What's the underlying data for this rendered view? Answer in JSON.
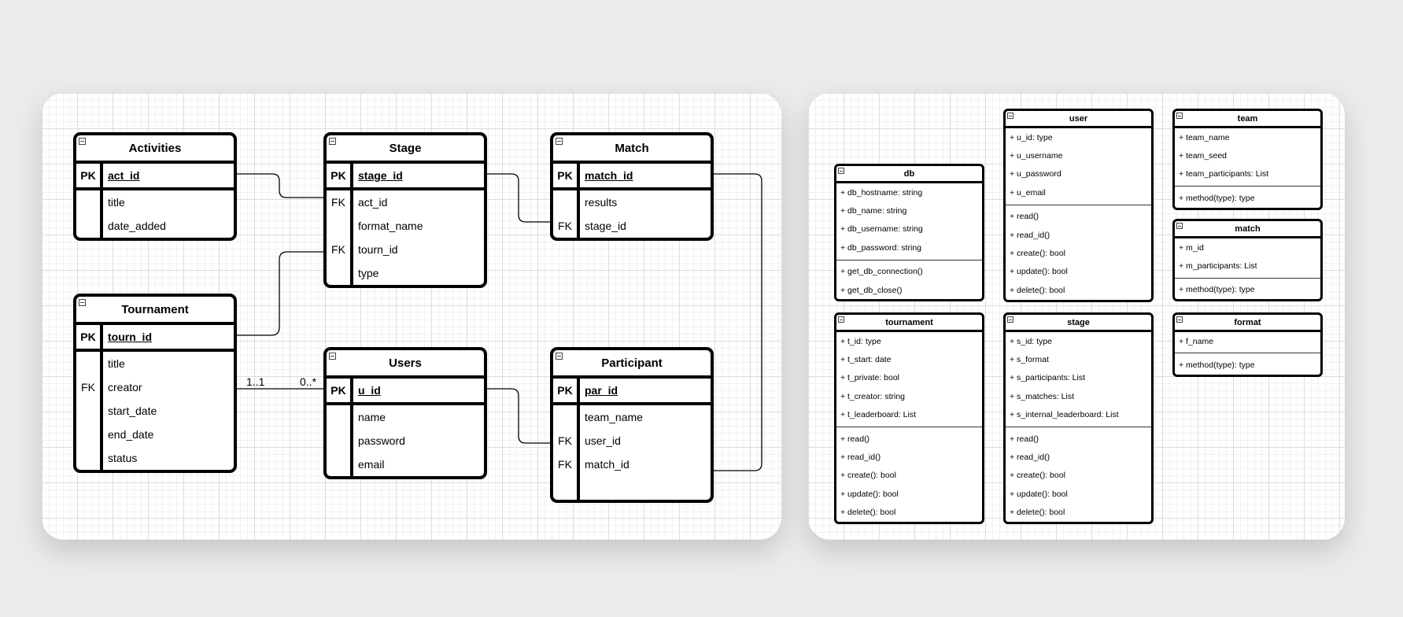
{
  "erd": {
    "tables": [
      {
        "id": "activities",
        "name": "Activities",
        "rows": [
          {
            "key": "PK",
            "field": "act_id"
          },
          {
            "key": "",
            "field": "title"
          },
          {
            "key": "",
            "field": "date_added"
          }
        ]
      },
      {
        "id": "stage",
        "name": "Stage",
        "rows": [
          {
            "key": "PK",
            "field": "stage_id"
          },
          {
            "key": "FK",
            "field": "act_id"
          },
          {
            "key": "",
            "field": "format_name"
          },
          {
            "key": "FK",
            "field": "tourn_id"
          },
          {
            "key": "",
            "field": "type"
          }
        ]
      },
      {
        "id": "match",
        "name": "Match",
        "rows": [
          {
            "key": "PK",
            "field": "match_id"
          },
          {
            "key": "",
            "field": "results"
          },
          {
            "key": "FK",
            "field": "stage_id"
          }
        ]
      },
      {
        "id": "tournament",
        "name": "Tournament",
        "rows": [
          {
            "key": "PK",
            "field": "tourn_id"
          },
          {
            "key": "",
            "field": "title"
          },
          {
            "key": "FK",
            "field": "creator"
          },
          {
            "key": "",
            "field": "start_date"
          },
          {
            "key": "",
            "field": "end_date"
          },
          {
            "key": "",
            "field": "status"
          }
        ]
      },
      {
        "id": "users",
        "name": "Users",
        "rows": [
          {
            "key": "PK",
            "field": "u_id"
          },
          {
            "key": "",
            "field": "name"
          },
          {
            "key": "",
            "field": "password"
          },
          {
            "key": "",
            "field": "email"
          }
        ]
      },
      {
        "id": "participant",
        "name": "Participant",
        "rows": [
          {
            "key": "PK",
            "field": "par_id"
          },
          {
            "key": "",
            "field": "team_name"
          },
          {
            "key": "FK",
            "field": "user_id"
          },
          {
            "key": "FK",
            "field": "match_id"
          },
          {
            "key": "",
            "field": ""
          }
        ]
      }
    ],
    "cardinality": {
      "left": "1..1",
      "right": "0..*"
    }
  },
  "uml": {
    "classes": [
      {
        "id": "db",
        "name": "db",
        "attributes": [
          "+ db_hostname: string",
          "+ db_name: string",
          "+ db_username: string",
          "+ db_password: string"
        ],
        "methods": [
          "+ get_db_connection()",
          "+ get_db_close()"
        ]
      },
      {
        "id": "user",
        "name": "user",
        "attributes": [
          "+ u_id: type",
          "+ u_username",
          "+ u_password",
          "+ u_email"
        ],
        "methods": [
          "+ read()",
          "+ read_id()",
          "+ create(): bool",
          "+ update(): bool",
          "+ delete(): bool"
        ]
      },
      {
        "id": "team",
        "name": "team",
        "attributes": [
          "+ team_name",
          "+ team_seed",
          "+ team_participants: List"
        ],
        "methods": [
          "+ method(type): type"
        ]
      },
      {
        "id": "match",
        "name": "match",
        "attributes": [
          "+ m_id",
          "+ m_participants: List"
        ],
        "methods": [
          "+ method(type): type"
        ]
      },
      {
        "id": "tournament",
        "name": "tournament",
        "attributes": [
          "+ t_id: type",
          "+ t_start: date",
          "+ t_private: bool",
          "+ t_creator: string",
          "+ t_leaderboard: List"
        ],
        "methods": [
          "+ read()",
          "+ read_id()",
          "+ create(): bool",
          "+ update(): bool",
          "+ delete(): bool"
        ]
      },
      {
        "id": "stage",
        "name": "stage",
        "attributes": [
          "+ s_id: type",
          "+ s_format",
          "+ s_participants: List",
          "+ s_matches: List",
          "+ s_internal_leaderboard: List"
        ],
        "methods": [
          "+ read()",
          "+ read_id()",
          "+ create(): bool",
          "+ update(): bool",
          "+ delete(): bool"
        ]
      },
      {
        "id": "format",
        "name": "format",
        "attributes": [
          "+ f_name"
        ],
        "methods": [
          "+ method(type): type"
        ]
      }
    ]
  }
}
